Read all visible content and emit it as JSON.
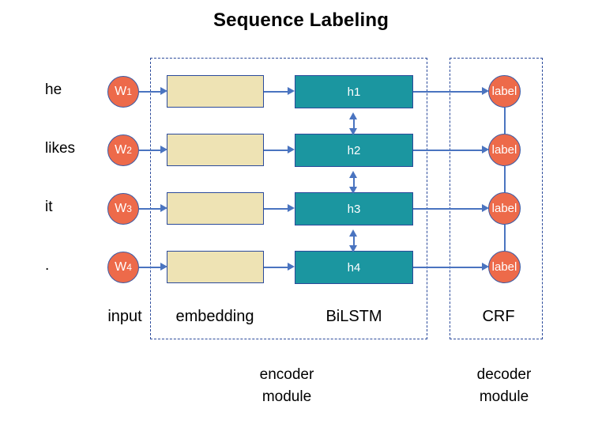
{
  "diagram": {
    "title": "Sequence Labeling",
    "inputs": [
      {
        "word": "he",
        "token": "W",
        "index": "1"
      },
      {
        "word": "likes",
        "token": "W",
        "index": "2"
      },
      {
        "word": "it",
        "token": "W",
        "index": "3"
      },
      {
        "word": ".",
        "token": "W",
        "index": "4"
      }
    ],
    "hidden_states": [
      {
        "label": "h1"
      },
      {
        "label": "h2"
      },
      {
        "label": "h3"
      },
      {
        "label": "h4"
      }
    ],
    "output_labels": [
      {
        "label": "label"
      },
      {
        "label": "label"
      },
      {
        "label": "label"
      },
      {
        "label": "label"
      }
    ],
    "column_captions": {
      "input": "input",
      "embedding": "embedding",
      "bilstm": "BiLSTM",
      "crf": "CRF"
    },
    "module_captions": {
      "encoder_line1": "encoder",
      "encoder_line2": "module",
      "decoder_line1": "decoder",
      "decoder_line2": "module"
    },
    "colors": {
      "circle_fill": "#ed6a4a",
      "embedding_fill": "#eee3b4",
      "bilstm_fill": "#1b96a0",
      "border_blue": "#2b4a9b",
      "connector_blue": "#4a74c0",
      "frame_dashed": "#2b4a9b",
      "background": "#ffffff",
      "text": "#000000"
    }
  }
}
